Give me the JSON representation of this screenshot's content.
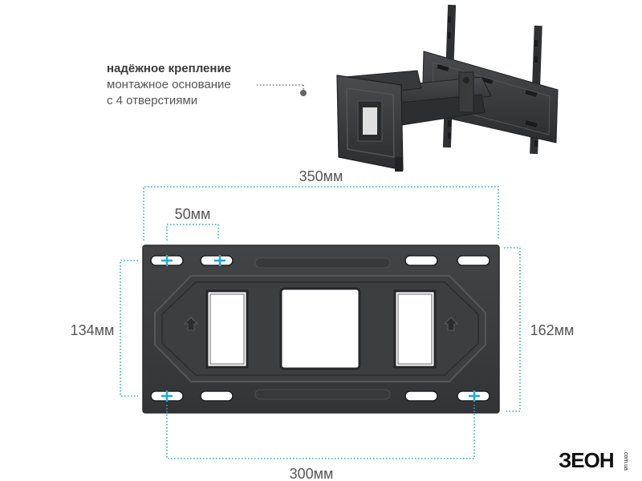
{
  "feature": {
    "title": "надёжное крепление",
    "line1": "монтажное основание",
    "line2": "с 4 отверстиями"
  },
  "dimensions": {
    "top_width": "350мм",
    "hole_spacing": "50мм",
    "left_height": "134мм",
    "right_height": "162мм",
    "bottom_width": "300мм"
  },
  "brand": {
    "logo_text": "ЗЕОН",
    "logo_suffix": ".com.ua"
  },
  "colors": {
    "accent": "#29a8d6",
    "plate": "#3a3b3d",
    "plate_edge": "#2a2b2d",
    "text": "#555555"
  }
}
